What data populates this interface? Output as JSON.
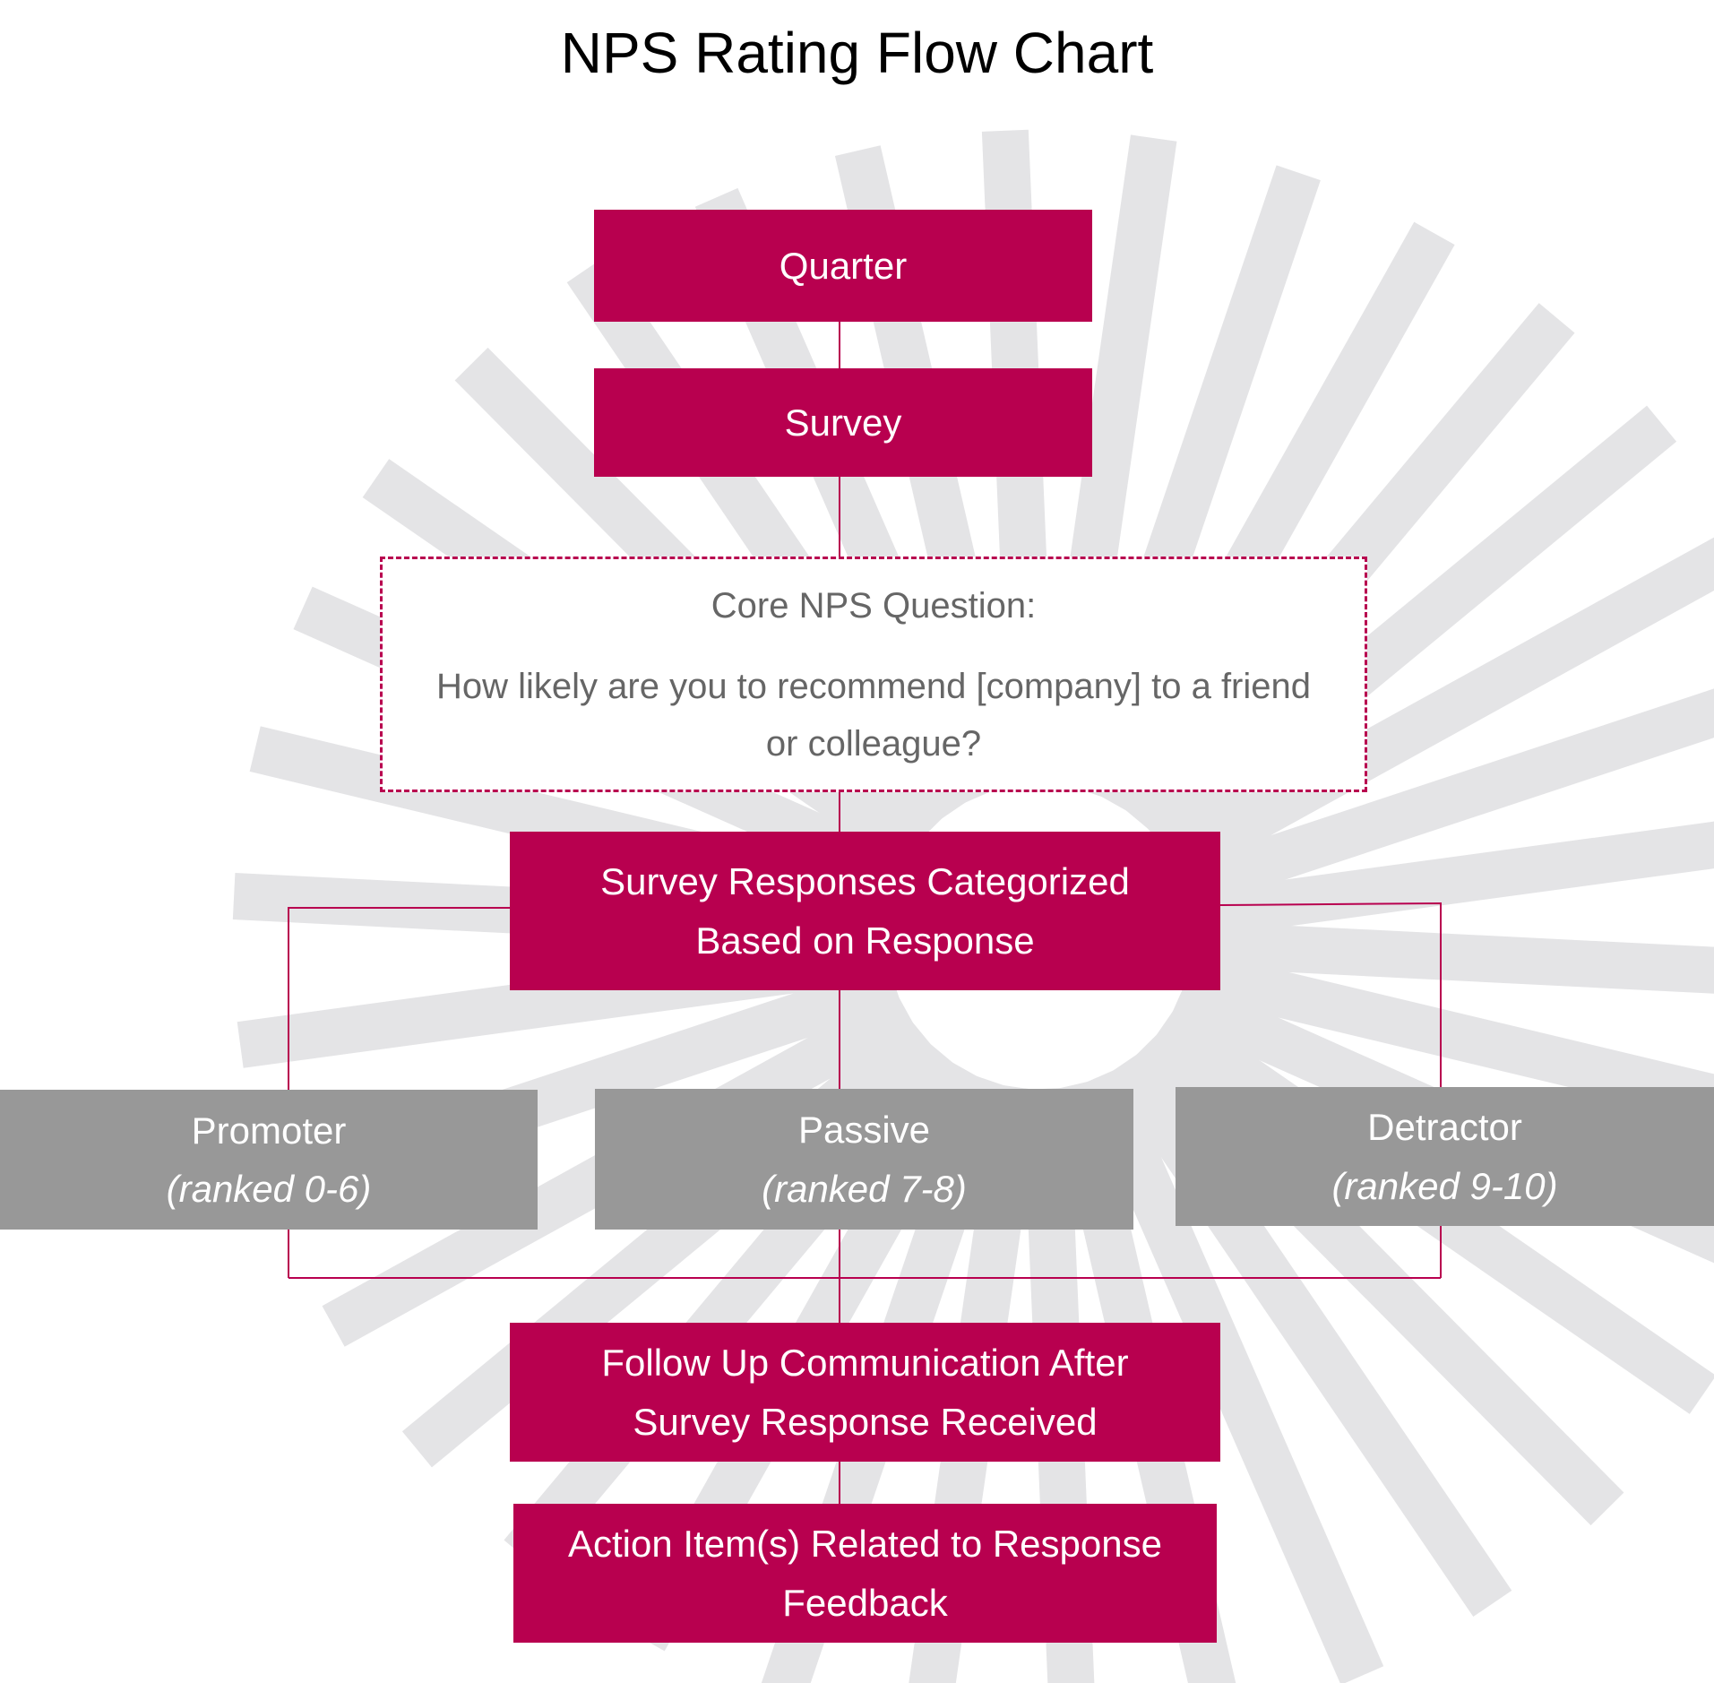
{
  "title": "NPS Rating Flow Chart",
  "colors": {
    "primary_box": "#b8004f",
    "category_box": "#989898",
    "background_rays": "#e4e4e6",
    "question_border": "#b8004f",
    "question_text": "#666666"
  },
  "nodes": {
    "quarter": "Quarter",
    "survey": "Survey",
    "question": {
      "heading": "Core NPS Question:",
      "text": "How likely are you to recommend [company] to a friend or colleague?"
    },
    "categorized": {
      "line1": "Survey Responses Categorized",
      "line2": "Based on Response"
    },
    "promoter": {
      "label": "Promoter",
      "range": "(ranked 0-6)"
    },
    "passive": {
      "label": "Passive",
      "range": "(ranked 7-8)"
    },
    "detractor": {
      "label": "Detractor",
      "range": "(ranked 9-10)"
    },
    "follow_up": {
      "line1": "Follow Up Communication After",
      "line2": "Survey Response Received"
    },
    "action_items": {
      "line1": "Action Item(s) Related to Response",
      "line2": "Feedback"
    }
  },
  "edges": [
    [
      "Quarter",
      "Survey"
    ],
    [
      "Survey",
      "Core NPS Question:"
    ],
    [
      "Core NPS Question:",
      "Survey Responses Categorized Based on Response"
    ],
    [
      "Survey Responses Categorized Based on Response",
      "Promoter"
    ],
    [
      "Survey Responses Categorized Based on Response",
      "Passive"
    ],
    [
      "Survey Responses Categorized Based on Response",
      "Detractor"
    ],
    [
      "Promoter",
      "Follow Up Communication After Survey Response Received"
    ],
    [
      "Passive",
      "Follow Up Communication After Survey Response Received"
    ],
    [
      "Detractor",
      "Follow Up Communication After Survey Response Received"
    ],
    [
      "Follow Up Communication After Survey Response Received",
      "Action Item(s) Related to Response Feedback"
    ]
  ]
}
